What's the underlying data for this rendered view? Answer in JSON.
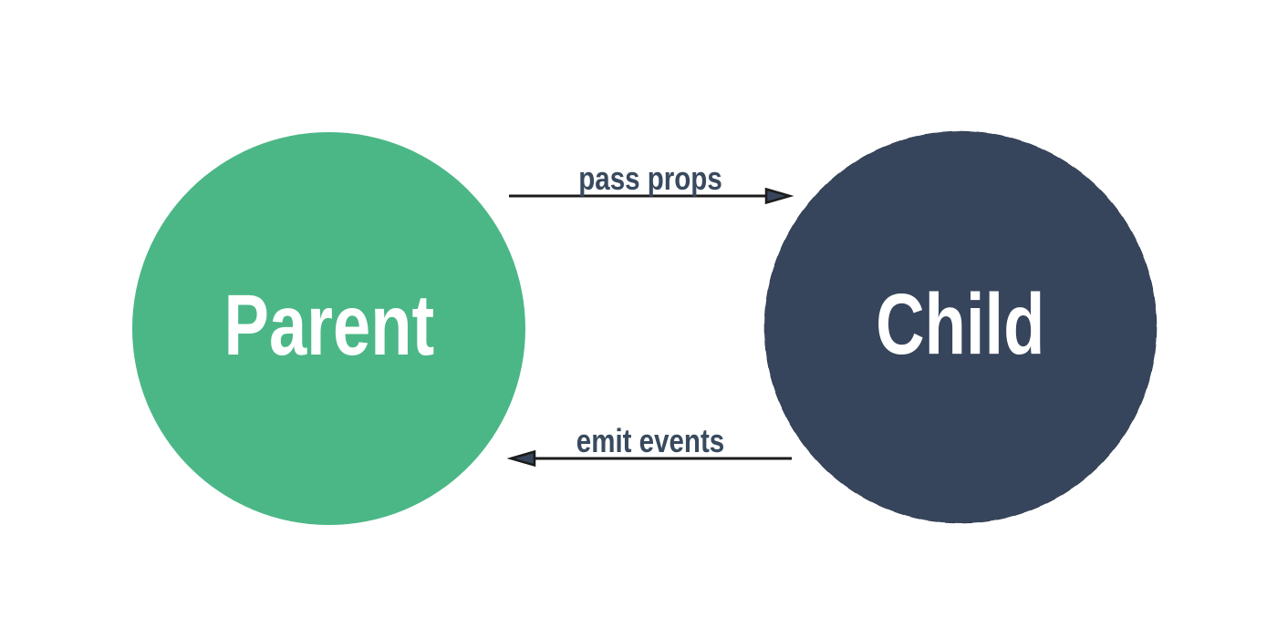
{
  "diagram": {
    "type": "component-communication",
    "nodes": [
      {
        "id": "parent",
        "label": "Parent",
        "shape": "circle",
        "fill": "#4BB786",
        "text_color": "#FFFFFF",
        "border_style": "none"
      },
      {
        "id": "child",
        "label": "Child",
        "shape": "circle",
        "fill": "#36455B",
        "text_color": "#FFFFFF",
        "border_style": "dashed"
      }
    ],
    "edges": [
      {
        "id": "pass-props",
        "label": "pass props",
        "from": "parent",
        "to": "child",
        "arrow_direction": "right"
      },
      {
        "id": "emit-events",
        "label": "emit events",
        "from": "child",
        "to": "parent",
        "arrow_direction": "left"
      }
    ],
    "colors": {
      "background": "#FFFFFF",
      "edge_label": "#394A5F",
      "arrow_stroke": "#1B1B1B",
      "arrowhead_fill": "#36455B",
      "child_dash_stroke": "#141C28"
    }
  }
}
